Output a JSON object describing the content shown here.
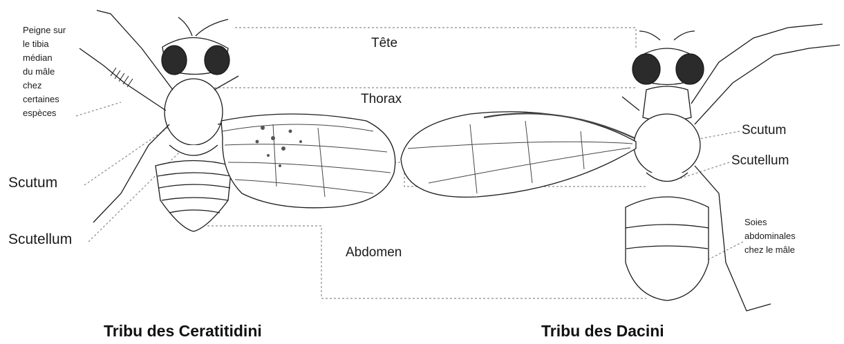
{
  "labels": {
    "peigne": [
      "Peigne sur",
      "le tibia",
      "médian",
      "du mâle",
      "chez",
      "certaines",
      "espèces"
    ],
    "tete": "Tête",
    "thorax": "Thorax",
    "abdomen": "Abdomen",
    "scutum_left": "Scutum",
    "scutellum_left": "Scutellum",
    "scutum_right": "Scutum",
    "scutellum_right": "Scutellum",
    "soies": [
      "Soies",
      "abdominales",
      "chez le mâle"
    ]
  },
  "tribes": {
    "left": "Tribu des Ceratitidini",
    "right": "Tribu des Dacini"
  },
  "colors": {
    "ink": "#1a1a1a",
    "eye": "#2b2b2b",
    "wing_vein": "#444444",
    "guide_line": "#888888"
  }
}
